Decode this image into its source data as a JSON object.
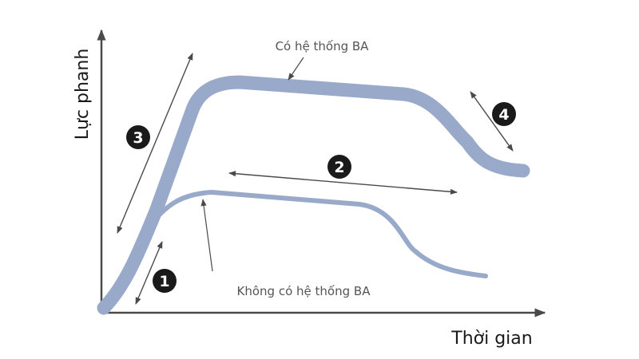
{
  "labels": {
    "y_axis": "Lực phanh",
    "x_axis": "Thời gian",
    "with_ba": "Có hệ thống BA",
    "without_ba": "Không có hệ thống BA"
  },
  "phases": [
    "1",
    "2",
    "3",
    "4"
  ],
  "colors": {
    "curve": "#98a9ca",
    "axis": "#4a4a4a",
    "arrow": "#4a4a4a",
    "badge": "#1a1a1a"
  }
}
